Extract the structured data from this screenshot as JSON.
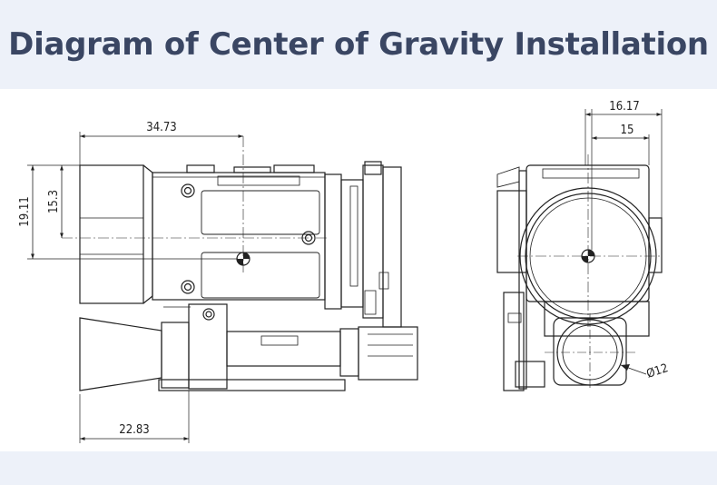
{
  "title": "Diagram of Center of Gravity Installation",
  "dimensions": {
    "width_top": "34.73",
    "width_bottom": "22.83",
    "height_outer": "19.11",
    "height_inner": "15.3",
    "right_outer": "16.17",
    "right_inner": "15",
    "lens_diameter": "Ø12"
  },
  "colors": {
    "banner_bg": "#edf1f9",
    "title_text": "#3a4663",
    "line": "#222222"
  }
}
